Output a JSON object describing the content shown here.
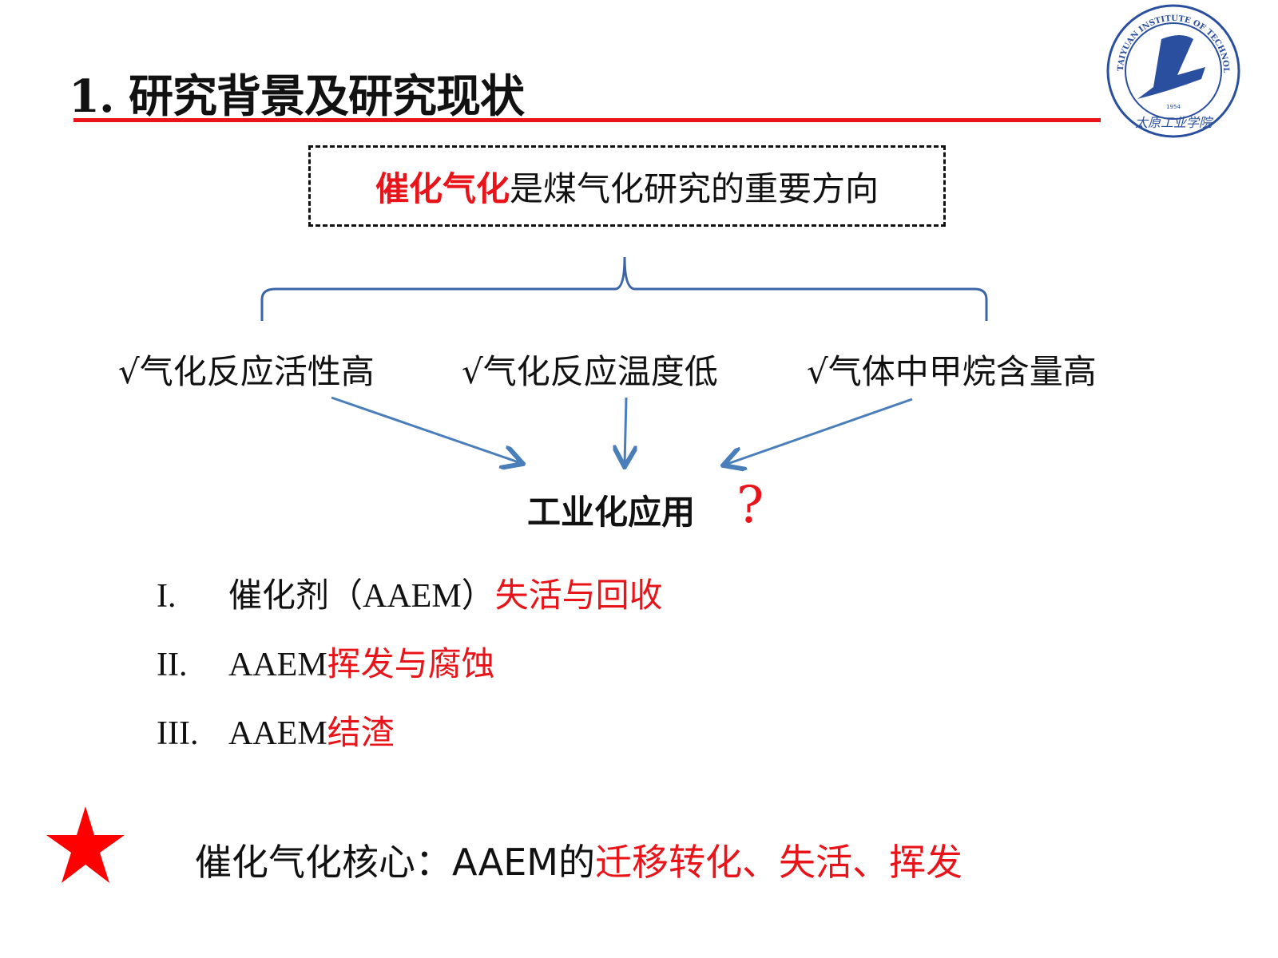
{
  "title": "1. 研究背景及研究现状",
  "logo": {
    "text": "TAIYUAN INSTITUTE OF TECHNOLOGY",
    "year": "1954",
    "chinese": "太原工业学院"
  },
  "topic": {
    "highlight": "催化气化",
    "rest": "是煤气化研究的重要方向"
  },
  "features": [
    "√气化反应活性高",
    "√气化反应温度低",
    "√气体中甲烷含量高"
  ],
  "industrial": {
    "label": "工业化应用",
    "mark": "?"
  },
  "issues": [
    {
      "num": "I.",
      "black": "催化剂（AAEM）",
      "red": "失活与回收"
    },
    {
      "num": "II.",
      "black": "AAEM",
      "red": "挥发与腐蚀"
    },
    {
      "num": "III.",
      "black": "AAEM",
      "red": "结渣"
    }
  ],
  "core": {
    "black": "催化气化核心：AAEM的",
    "red": "迁移转化、失活、挥发"
  },
  "colors": {
    "accent": "#e8141a",
    "connector": "#4a7ebb",
    "logo": "#2a4f9e"
  }
}
